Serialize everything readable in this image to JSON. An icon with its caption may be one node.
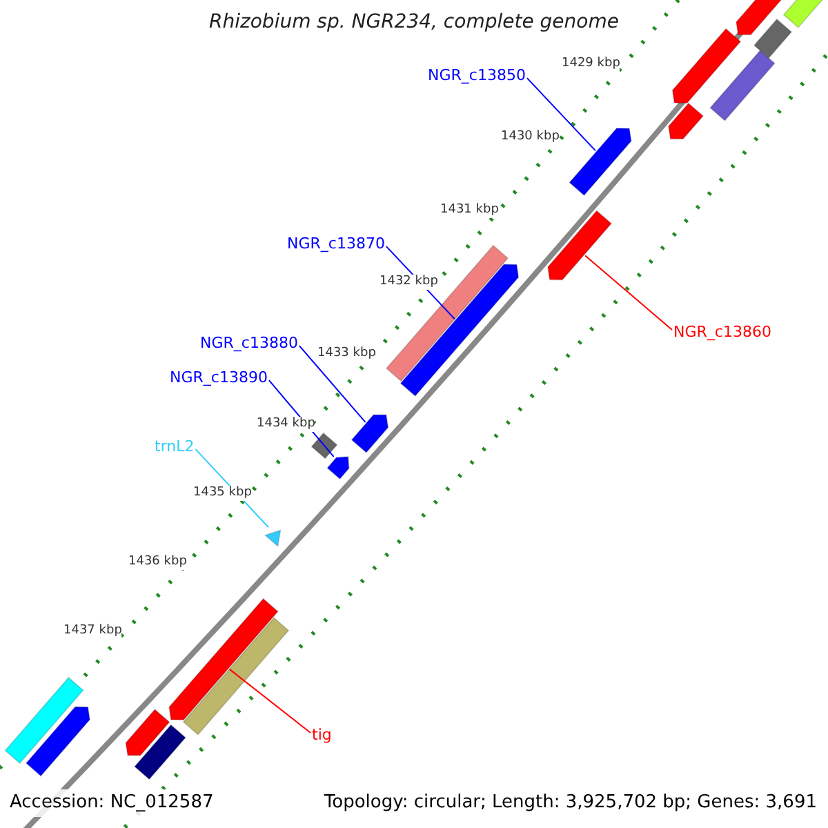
{
  "diagram": {
    "title": "Rhizobium sp. NGR234, complete genome",
    "nodes": [
      {
        "text": [
          "NGR_c13850"
        ]
      },
      {
        "text": [],
        "shape": "bar"
      },
      {
        "text": [
          "NGR_c13860"
        ]
      },
      {
        "text": [],
        "shape": "bar"
      },
      {
        "text": [
          "NGR_c13870"
        ]
      },
      {
        "text": [],
        "shape": "bar"
      },
      {
        "text": [
          "NGR_c13880"
        ]
      },
      {
        "text": [],
        "shape": "bar"
      },
      {
        "text": [
          "NGR_c13890"
        ]
      },
      {
        "text": [],
        "shape": "bar"
      },
      {
        "text": [
          "trnL2"
        ]
      },
      {
        "text": [],
        "shape": "triangle"
      },
      {
        "text": [
          "tig"
        ]
      },
      {
        "text": [],
        "shape": "bar"
      },
      {
        "text": [],
        "shape": "bar"
      },
      {
        "text": [],
        "shape": "bar"
      },
      {
        "text": [],
        "shape": "bar"
      },
      {
        "text": [],
        "shape": "bar"
      },
      {
        "text": [],
        "shape": "bar"
      },
      {
        "text": [],
        "shape": "bar"
      },
      {
        "text": [],
        "shape": "bar"
      },
      {
        "text": [],
        "shape": "bar"
      },
      {
        "text": [],
        "shape": "bar"
      },
      {
        "text": [],
        "shape": "bar"
      },
      {
        "text": [],
        "shape": "bar"
      },
      {
        "text": [],
        "shape": "bar"
      },
      {
        "text": [],
        "shape": "bar"
      }
    ],
    "edges": [
      {
        "from": 0,
        "to": 1,
        "arrow": "none"
      },
      {
        "from": 2,
        "to": 3,
        "arrow": "none",
        "color": "#ff0000"
      },
      {
        "from": 4,
        "to": 5,
        "arrow": "none"
      },
      {
        "from": 6,
        "to": 7,
        "arrow": "none"
      },
      {
        "from": 8,
        "to": 9,
        "arrow": "none"
      },
      {
        "from": 10,
        "to": 11,
        "arrow": "none",
        "color": "#33ccff"
      },
      {
        "from": 12,
        "to": 13,
        "arrow": "none",
        "color": "#ff0000"
      }
    ],
    "labels": [
      "1429 kbp",
      "1430 kbp",
      "1431 kbp",
      "1432 kbp",
      "1433 kbp",
      "1434 kbp",
      "1435 kbp",
      "1436 kbp",
      "1437 kbp",
      "Accession: NC_012587",
      "Topology: circular; Length: 3,925,702 bp; Genes: 3,691"
    ]
  }
}
